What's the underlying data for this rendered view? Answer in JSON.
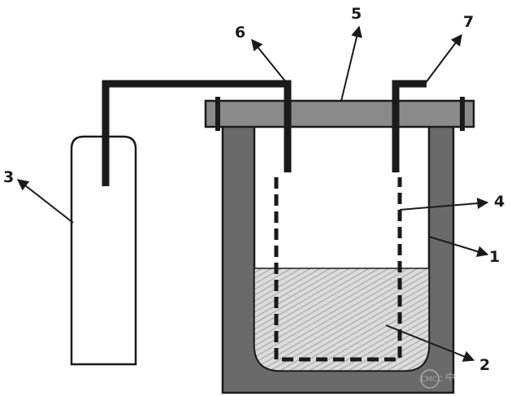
{
  "callouts": {
    "c1": "1",
    "c2": "2",
    "c3": "3",
    "c4": "4",
    "c5": "5",
    "c6": "6",
    "c7": "7"
  },
  "watermark": {
    "text": "CMCC",
    "cjk": "中"
  },
  "colors": {
    "outline": "#1a1a1a",
    "wall": "#6a6a6a",
    "liquid": "#d9d9d9",
    "hatch": "#a8a8a8",
    "lid": "#8a8a8a",
    "watermark": "#bdbdbd"
  }
}
